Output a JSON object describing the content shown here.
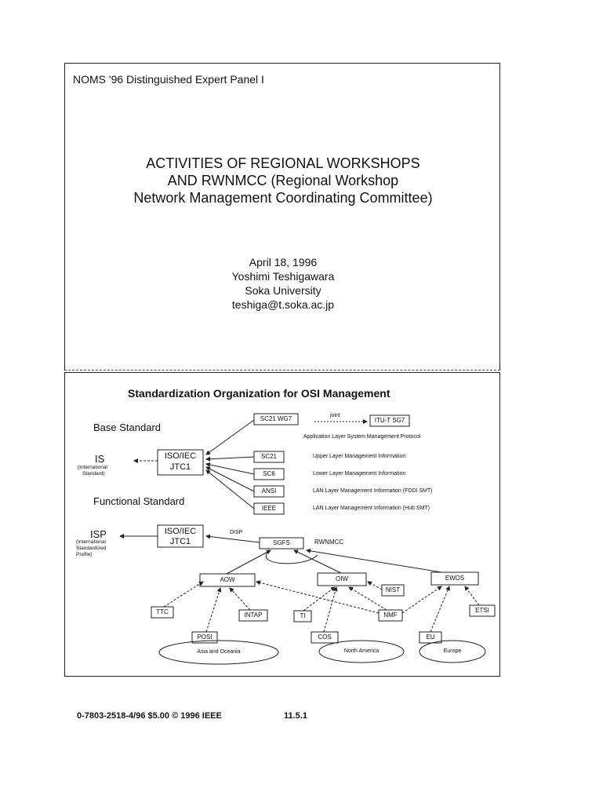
{
  "slide1": {
    "panel_label": "NOMS '96 Distinguished Expert Panel I",
    "title_lines": [
      "ACTIVITIES OF REGIONAL WORKSHOPS",
      "AND RWNMCC (Regional Workshop",
      "Network Management  Coordinating Committee)"
    ],
    "date": "April 18, 1996",
    "author": "Yoshimi Teshigawara",
    "affiliation": "Soka University",
    "email": "teshiga@t.soka.ac.jp"
  },
  "slide2": {
    "heading": "Standardization Organization for OSI Management",
    "base_standard": "Base Standard",
    "functional_standard": "Functional Standard",
    "is_label": "IS",
    "is_sub": [
      "(International",
      "Standard)"
    ],
    "isp_label": "ISP",
    "isp_sub": [
      "(International",
      "Standardized",
      "Profile)"
    ],
    "jtc1_lines": [
      "ISO/IEC",
      "JTC1"
    ],
    "boxes": {
      "sc21wg7": "SC21 WG7",
      "itut": "ITU-T SG7",
      "sc21": "SC21",
      "sc6": "SC6",
      "ansi": "ANSI",
      "ieee": "IEEE",
      "sgfs": "SGFS",
      "aow": "AOW",
      "oiw": "OIW",
      "ewos": "EWOS",
      "nist": "NIST",
      "ttc": "TTC",
      "intap": "INTAP",
      "ti": "TI",
      "nmf": "NMF",
      "etsi": "ETSI",
      "posi": "POSI",
      "cos": "COS",
      "eu": "EU"
    },
    "joint": "joint",
    "disp": "DISP",
    "rwnmcc": "RWNMCC",
    "notes": {
      "app_layer": "Application Layer System Management Protocol",
      "upper": "Upper Layer Management Information",
      "lower": "Lower Layer Management Information",
      "fddi": "LAN Layer Management Information (FDDI SMT)",
      "hub": "LAN Layer Management Information (Hub SMT)"
    },
    "regions": [
      "Asia and Oceania",
      "North America",
      "Europe"
    ]
  },
  "footer": {
    "left": "0-7803-2518-4/96 $5.00 © 1996 IEEE",
    "right": "11.5.1"
  }
}
